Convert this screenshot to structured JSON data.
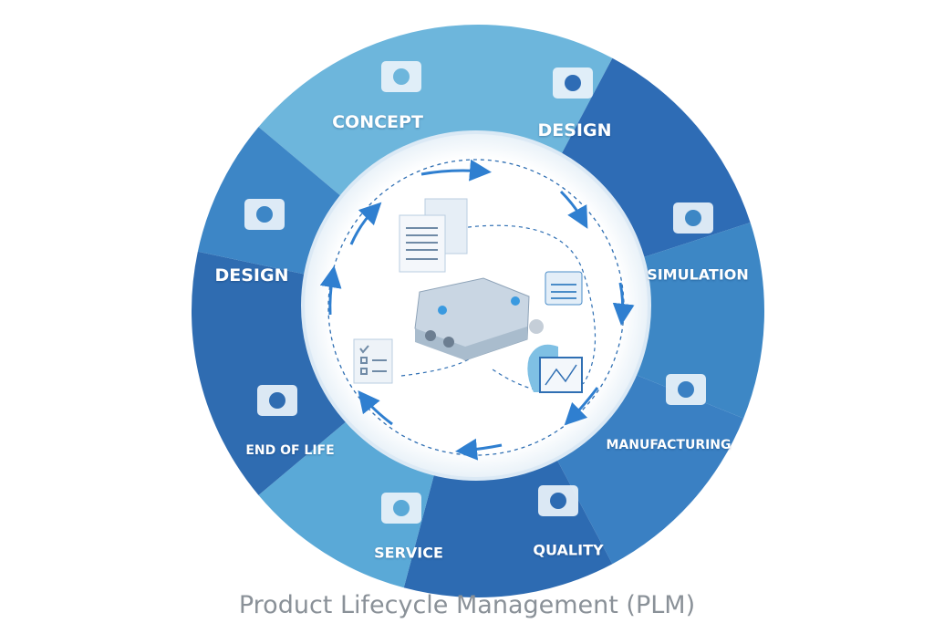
{
  "title": "Product Lifecycle Management (PLM)",
  "stages": [
    {
      "label": "CONCEPT",
      "icon": "lightbulb-icon",
      "color": "#6db6dc"
    },
    {
      "label": "DESIGN",
      "icon": "monitor-design-icon",
      "color": "#2e6cb5"
    },
    {
      "label": "SIMULATION",
      "icon": "robot-arm-icon",
      "color": "#3d87c5"
    },
    {
      "label": "MANUFACTURING",
      "icon": "computer-gear-check-icon",
      "color": "#3a80c3"
    },
    {
      "label": "QUALITY",
      "icon": "quality-check-icon",
      "color": "#2d6bb2"
    },
    {
      "label": "SERVICE",
      "icon": "gear-wrench-icon",
      "color": "#5aa9d7"
    },
    {
      "label": "END OF LIFE",
      "icon": "recycle-box-icon",
      "color": "#2f6cb1"
    },
    {
      "label": "DESIGN",
      "icon": "robot-gear-icon",
      "color": "#3d86c6"
    }
  ],
  "colors": {
    "accent": "#2f7fd0",
    "center": "#ffffff",
    "title": "#8a9198"
  }
}
